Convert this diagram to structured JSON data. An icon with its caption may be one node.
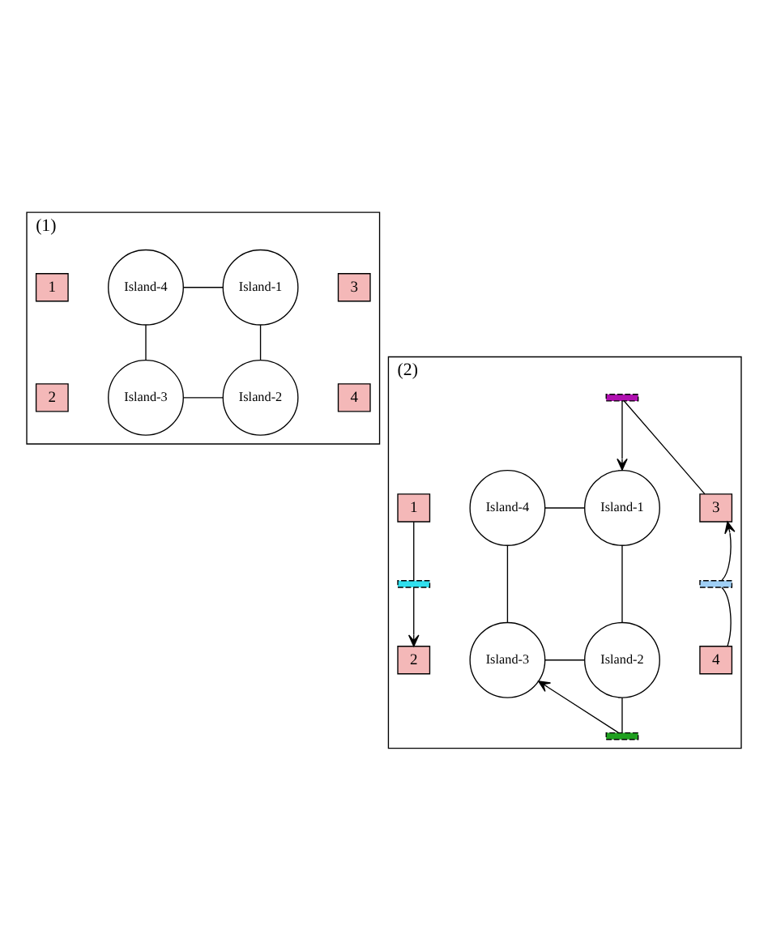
{
  "diagram": {
    "nodes": [
      {
        "text": [
          "(1)"
        ]
      },
      {
        "text": [
          "1"
        ],
        "in": 0
      },
      {
        "text": [
          "Island-1"
        ],
        "in": 0
      },
      {
        "text": [
          "Island-4"
        ],
        "in": 0
      },
      {
        "text": [
          "3"
        ],
        "in": 0
      },
      {
        "text": [
          "2"
        ],
        "in": 0
      },
      {
        "text": [
          "Island-2"
        ],
        "in": 0
      },
      {
        "text": [
          "Island-3"
        ],
        "in": 0
      },
      {
        "text": [
          "4"
        ],
        "in": 0
      },
      {
        "text": [
          "(2)"
        ]
      },
      {
        "text": [],
        "shape": "bar",
        "in": 9
      },
      {
        "text": [
          "1"
        ],
        "in": 9
      },
      {
        "text": [
          "Island-1"
        ],
        "in": 9
      },
      {
        "text": [
          "Island-4"
        ],
        "in": 9
      },
      {
        "text": [
          "3"
        ],
        "in": 9
      },
      {
        "text": [],
        "shape": "bar",
        "in": 9
      },
      {
        "text": [],
        "shape": "bar",
        "in": 9
      },
      {
        "text": [
          "2"
        ],
        "in": 9
      },
      {
        "text": [
          "Island-2"
        ],
        "in": 9
      },
      {
        "text": [
          "Island-3"
        ],
        "in": 9
      },
      {
        "text": [
          "4"
        ],
        "in": 9
      },
      {
        "text": [],
        "shape": "bar",
        "in": 9
      }
    ],
    "edges": [
      {
        "from": 2,
        "to": 3,
        "arrow": "none"
      },
      {
        "from": 2,
        "to": 6,
        "arrow": "none"
      },
      {
        "from": 6,
        "to": 7,
        "arrow": "none"
      },
      {
        "from": 3,
        "to": 7,
        "arrow": "none"
      },
      {
        "from": 12,
        "to": 13,
        "arrow": "none"
      },
      {
        "from": 12,
        "to": 18,
        "arrow": "none"
      },
      {
        "from": 18,
        "to": 19,
        "arrow": "none"
      },
      {
        "from": 13,
        "to": 19,
        "arrow": "none"
      },
      {
        "from": 11,
        "to": 16,
        "arrow": "none"
      },
      {
        "from": 16,
        "to": 17,
        "arrow": "to"
      },
      {
        "from": 18,
        "to": 21,
        "arrow": "none"
      },
      {
        "from": 21,
        "to": 19,
        "arrow": "to"
      },
      {
        "from": 20,
        "to": 15,
        "arrow": "none"
      },
      {
        "from": 15,
        "to": 14,
        "arrow": "to"
      },
      {
        "from": 14,
        "to": 10,
        "arrow": "none"
      },
      {
        "from": 10,
        "to": 12,
        "arrow": "to"
      }
    ]
  }
}
